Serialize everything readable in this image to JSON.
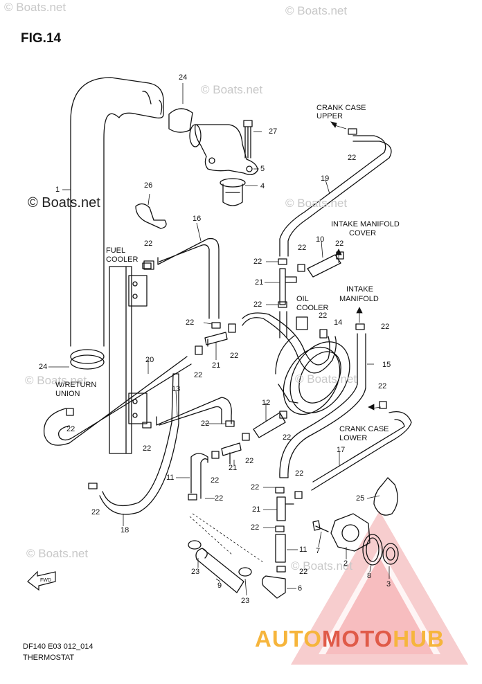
{
  "figure": {
    "title": "FIG.14"
  },
  "watermarks": {
    "light": "© Boats.net",
    "dark": "© Boats.net"
  },
  "labels": {
    "crank_case_upper": [
      "CRANK CASE",
      "UPPER"
    ],
    "intake_manifold_cover": [
      "INTAKE MANIFOLD",
      "COVER"
    ],
    "intake_manifold": [
      "INTAKE",
      "MANIFOLD"
    ],
    "fuel_cooler": [
      "FUEL",
      "COOLER"
    ],
    "oil_cooler": [
      "OIL",
      "COOLER"
    ],
    "w_return_union": [
      "W/RETURN",
      "UNION"
    ],
    "crank_case_lower": [
      "CRANK CASE",
      "LOWER"
    ]
  },
  "callouts": [
    "1",
    "2",
    "3",
    "4",
    "5",
    "6",
    "7",
    "8",
    "9",
    "10",
    "11",
    "12",
    "13",
    "14",
    "15",
    "16",
    "17",
    "18",
    "19",
    "20",
    "21",
    "22",
    "23",
    "24",
    "25",
    "26",
    "27"
  ],
  "footer": {
    "code": "DF140 E03 012_014",
    "name": "THERMOSTAT"
  },
  "brand": {
    "part1": "AUTO",
    "part2": "MOTO",
    "part3": "HUB",
    "colors": {
      "auto": "#f6b53c",
      "moto": "#e05a48",
      "hub": "#f6b53c",
      "triangle": "#e9585d"
    }
  },
  "fwd_label": "FWD"
}
